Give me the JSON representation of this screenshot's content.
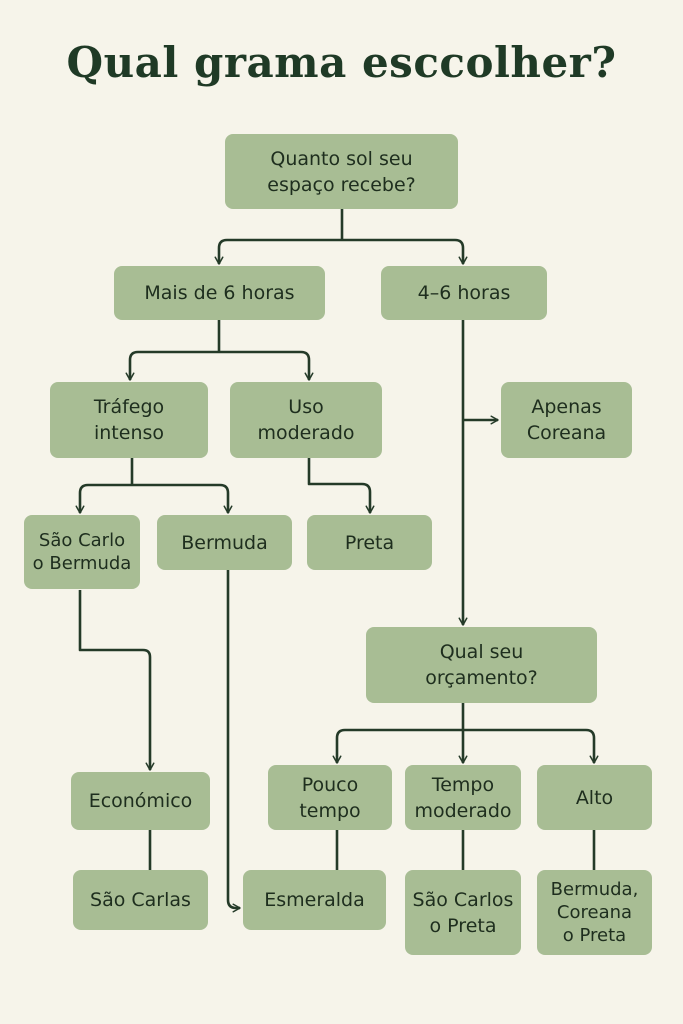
{
  "title": "Qual grama esccolher?",
  "colors": {
    "background": "#f6f4ea",
    "node": "#a8bd94",
    "line": "#243a28",
    "title": "#1f3a26"
  },
  "nodes": {
    "root": "Quanto sol seu\nespaço recebe?",
    "sun_more6": "Mais de 6 horas",
    "sun_4to6": "4–6 horas",
    "traffic_heavy": "Tráfego\nintenso",
    "use_moderate": "Uso\nmoderado",
    "only_korean": "Apenas\nCoreana",
    "saocarlo_bermuda": "São Carlo\no Bermuda",
    "bermuda": "Bermuda",
    "preta": "Preta",
    "budget": "Qual seu\norçamento?",
    "economico": "Económico",
    "little_time": "Pouco\ntempo",
    "time_moderate": "Tempo\nmoderado",
    "alto": "Alto",
    "saocarlas": "São Carlas",
    "esmeralda": "Esmeralda",
    "saocarlos_preta": "São Carlos\no Preta",
    "bermuda_coreana_preta": "Bermuda,\nCoreana\no Preta"
  }
}
